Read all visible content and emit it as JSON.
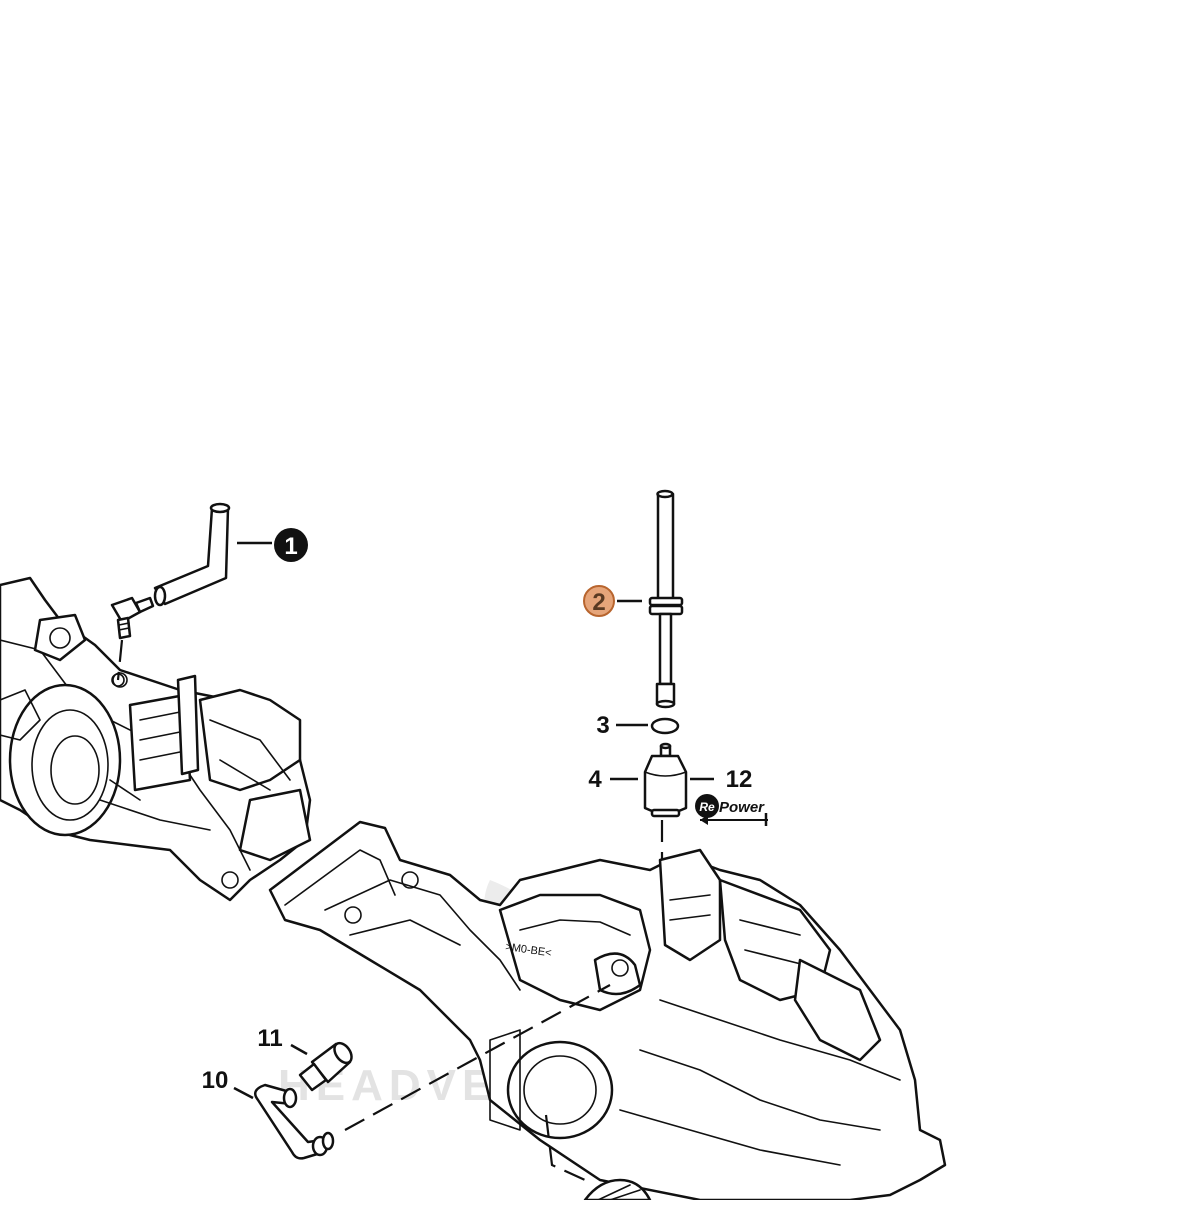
{
  "callouts": {
    "c1": "1",
    "c2": "2",
    "c3": "3",
    "c4": "4",
    "c10": "10",
    "c11": "11",
    "c12": "12"
  },
  "repower": {
    "re": "Re",
    "power": "Power"
  },
  "watermark": "HEADVENTURE",
  "colors": {
    "highlight_fill": "#E6A57A",
    "highlight_stroke": "#B8652E",
    "ink": "#111111",
    "watermark": "#e3e3e3"
  }
}
